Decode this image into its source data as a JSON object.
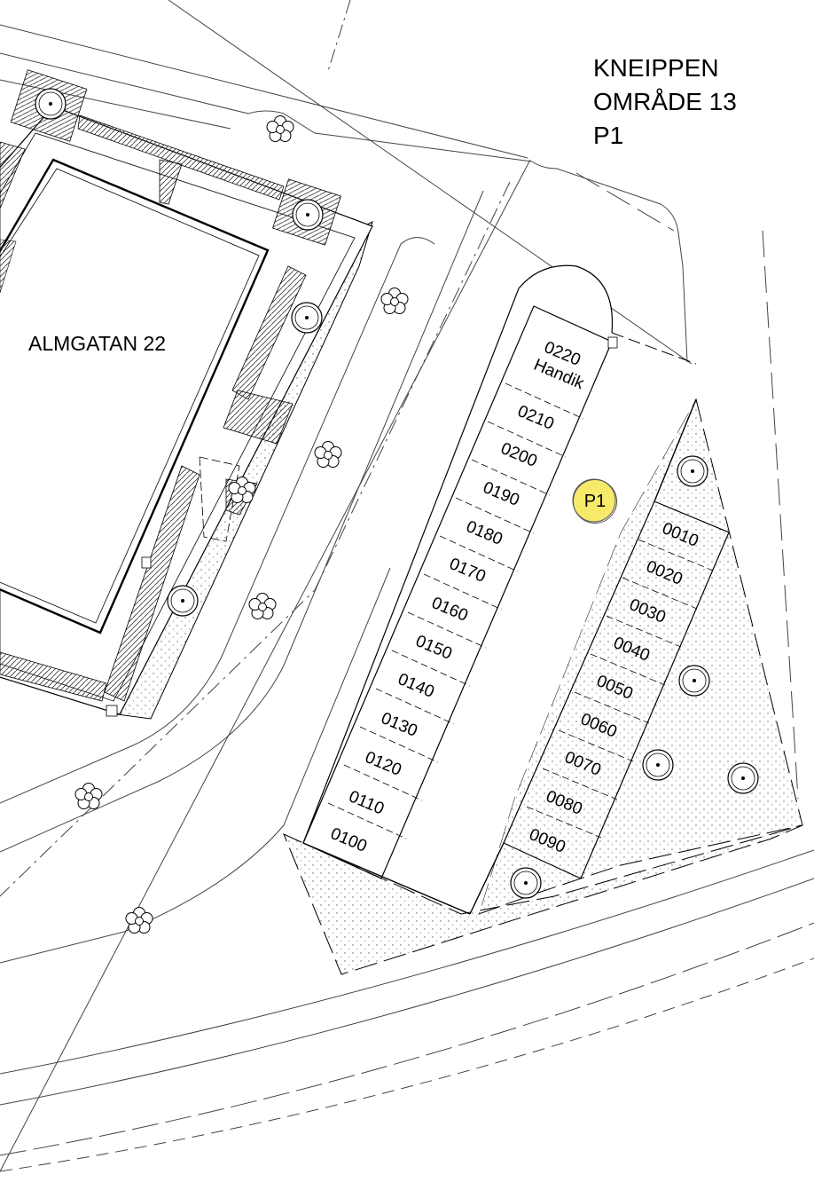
{
  "title": {
    "line1": "KNEIPPEN",
    "line2": "OMRÅDE 13",
    "line3": "P1"
  },
  "building": {
    "label": "ALMGATAN 22"
  },
  "lot_marker": {
    "label": "P1",
    "color": "#f7ea6a"
  },
  "spaces_west": [
    "0220",
    "0210",
    "0200",
    "0190",
    "0180",
    "0170",
    "0160",
    "0150",
    "0140",
    "0130",
    "0120",
    "0110",
    "0100"
  ],
  "accessible_note": "Handik",
  "spaces_east": [
    "0010",
    "0020",
    "0030",
    "0040",
    "0050",
    "0060",
    "0070",
    "0080",
    "0090"
  ],
  "colors": {
    "line": "#000000",
    "light_line": "#555555",
    "marker_fill": "#f7ea6a"
  }
}
